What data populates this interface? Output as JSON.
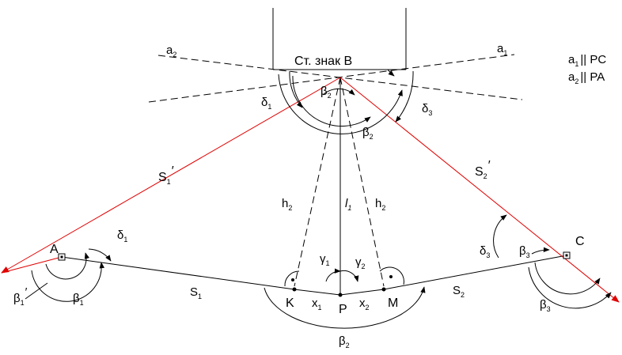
{
  "sign_label": "Ст. знак В",
  "legend": {
    "line1": {
      "base": "a",
      "sub": "1",
      "rest": "|| PC"
    },
    "line2": {
      "base": "a",
      "sub": "2",
      "rest": "|| PA"
    }
  },
  "direction_labels": {
    "a1": {
      "base": "a",
      "sub": "1"
    },
    "a2": {
      "base": "a",
      "sub": "2"
    }
  },
  "points": {
    "A": "A",
    "C": "C",
    "K": "K",
    "P": "P",
    "M": "M"
  },
  "lines": {
    "S1": {
      "base": "S",
      "sub": "1"
    },
    "S2": {
      "base": "S",
      "sub": "2"
    },
    "S1_prime": {
      "base": "S",
      "sub": "1",
      "mark": "′"
    },
    "S2_prime": {
      "base": "S",
      "sub": "2",
      "mark": "′"
    },
    "h2_left": {
      "base": "h",
      "sub": "2"
    },
    "h2_right": {
      "base": "h",
      "sub": "2"
    },
    "l1": {
      "base": "l",
      "sub": "1"
    },
    "x1": {
      "base": "x",
      "sub": "1"
    },
    "x2": {
      "base": "x",
      "sub": "2"
    }
  },
  "angles": {
    "delta1_top": {
      "base": "δ",
      "sub": "1"
    },
    "delta1_A": {
      "base": "δ",
      "sub": "1"
    },
    "delta3_top": {
      "base": "δ",
      "sub": "3"
    },
    "delta3_C": {
      "base": "δ",
      "sub": "3"
    },
    "beta2_inner": {
      "base": "β",
      "sub": "2"
    },
    "beta2_outer": {
      "base": "β",
      "sub": "2"
    },
    "beta2_bottom": {
      "base": "β",
      "sub": "2"
    },
    "beta1": {
      "base": "β",
      "sub": "1"
    },
    "beta1_prime": {
      "base": "β",
      "sub": "1",
      "mark": "′"
    },
    "beta3_inner": {
      "base": "β",
      "sub": "3"
    },
    "beta3_outer": {
      "base": "β",
      "sub": "3"
    },
    "gamma1": {
      "base": "γ",
      "sub": "1"
    },
    "gamma2": {
      "base": "γ",
      "sub": "2"
    }
  }
}
